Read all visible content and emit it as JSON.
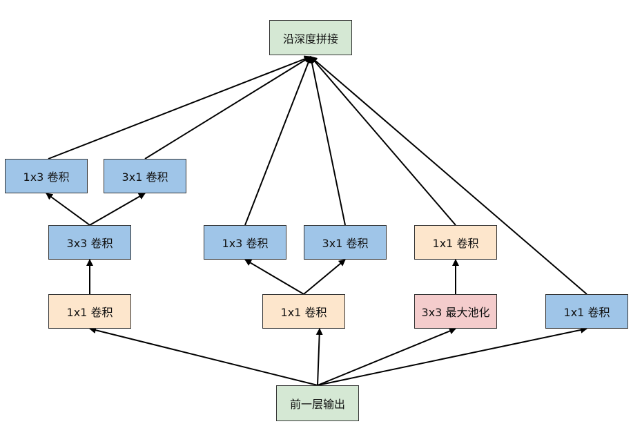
{
  "colors": {
    "green": "#d5e8d4",
    "blue": "#9fc5e8",
    "orange": "#fde6cc",
    "pink": "#f4cccc",
    "edge": "#000000"
  },
  "nodes": {
    "concat": {
      "label": "沿深度拼接",
      "fill": "green"
    },
    "input": {
      "label": "前一层输出",
      "fill": "green"
    },
    "b1_conv1x3": {
      "label": "1x3 卷积",
      "fill": "blue"
    },
    "b1_conv3x1": {
      "label": "3x1 卷积",
      "fill": "blue"
    },
    "b1_conv3x3": {
      "label": "3x3 卷积",
      "fill": "blue"
    },
    "b1_conv1x1": {
      "label": "1x1 卷积",
      "fill": "orange"
    },
    "b2_conv1x3": {
      "label": "1x3 卷积",
      "fill": "blue"
    },
    "b2_conv3x1": {
      "label": "3x1 卷积",
      "fill": "blue"
    },
    "b2_conv1x1": {
      "label": "1x1 卷积",
      "fill": "orange"
    },
    "b3_conv1x1": {
      "label": "1x1 卷积",
      "fill": "orange"
    },
    "b3_maxpool": {
      "label": "3x3 最大池化",
      "fill": "pink"
    },
    "b4_conv1x1": {
      "label": "1x1 卷积",
      "fill": "blue"
    }
  },
  "edges": [
    {
      "from": "input",
      "to": "b1_conv1x1"
    },
    {
      "from": "input",
      "to": "b2_conv1x1"
    },
    {
      "from": "input",
      "to": "b3_maxpool"
    },
    {
      "from": "input",
      "to": "b4_conv1x1"
    },
    {
      "from": "b1_conv1x1",
      "to": "b1_conv3x3"
    },
    {
      "from": "b1_conv3x3",
      "to": "b1_conv1x3"
    },
    {
      "from": "b1_conv3x3",
      "to": "b1_conv3x1"
    },
    {
      "from": "b2_conv1x1",
      "to": "b2_conv1x3"
    },
    {
      "from": "b2_conv1x1",
      "to": "b2_conv3x1"
    },
    {
      "from": "b3_maxpool",
      "to": "b3_conv1x1"
    },
    {
      "from": "b1_conv1x3",
      "to": "concat"
    },
    {
      "from": "b1_conv3x1",
      "to": "concat"
    },
    {
      "from": "b2_conv1x3",
      "to": "concat"
    },
    {
      "from": "b2_conv3x1",
      "to": "concat"
    },
    {
      "from": "b3_conv1x1",
      "to": "concat"
    },
    {
      "from": "b4_conv1x1",
      "to": "concat"
    }
  ]
}
